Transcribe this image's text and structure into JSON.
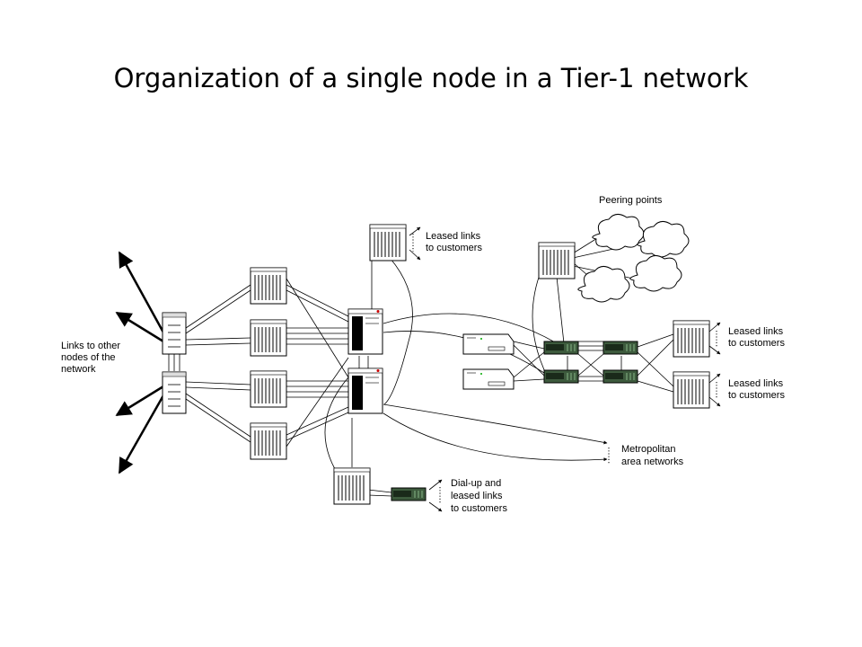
{
  "slide": {
    "title": "Organization of a single node in a Tier-1 network"
  },
  "labels": {
    "links_other_nodes": [
      "Links to other",
      "nodes of the",
      "network"
    ],
    "leased_top": [
      "Leased links",
      "to customers"
    ],
    "peering_points": "Peering points",
    "leased_right_1": [
      "Leased links",
      "to customers"
    ],
    "leased_right_2": [
      "Leased links",
      "to customers"
    ],
    "metro": [
      "Metropolitan",
      "area networks"
    ],
    "dialup": [
      "Dial-up and",
      "leased links",
      "to customers"
    ]
  },
  "colors": {
    "line": "#000000",
    "device_fill": "#ffffff",
    "switch_fill": "#3d5a3d",
    "cloud_fill": "#ffffff"
  }
}
